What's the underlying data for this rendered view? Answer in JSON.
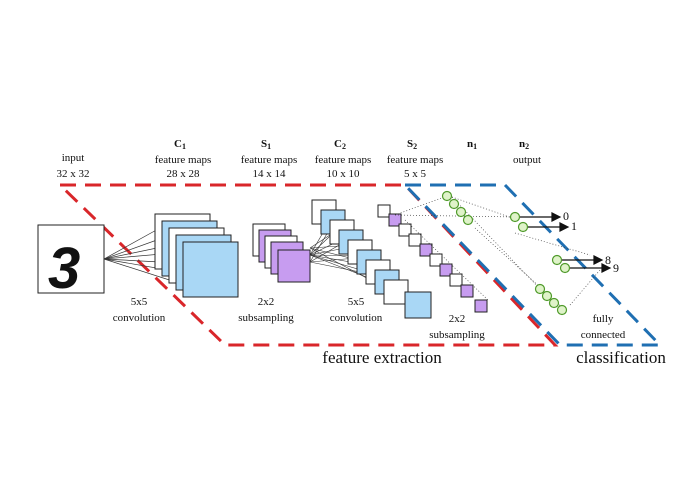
{
  "colors": {
    "red_dash": "#d9262a",
    "blue_dash": "#1f6fb2",
    "c_map": "#a9d7f5",
    "s_map": "#c79cf0",
    "map_border": "#222222",
    "neuron_fill": "#dff3c9",
    "neuron_stroke": "#4f9a2a"
  },
  "input": {
    "title": "input",
    "size": "32 x 32",
    "digit": "3"
  },
  "layers": {
    "c1": {
      "name": "C",
      "sub": "1",
      "line2": "feature maps",
      "size": "28 x 28"
    },
    "s1": {
      "name": "S",
      "sub": "1",
      "line2": "feature maps",
      "size": "14 x 14"
    },
    "c2": {
      "name": "C",
      "sub": "2",
      "line2": "feature maps",
      "size": "10 x 10"
    },
    "s2": {
      "name": "S",
      "sub": "2",
      "line2": "feature maps",
      "size": "5 x 5"
    },
    "n1": {
      "name": "n",
      "sub": "1"
    },
    "n2": {
      "name": "n",
      "sub": "2",
      "line2": "output"
    }
  },
  "ops": {
    "conv1_a": "5x5",
    "conv1_b": "convolution",
    "sub1_a": "2x2",
    "sub1_b": "subsampling",
    "conv2_a": "5x5",
    "conv2_b": "convolution",
    "sub2_a": "2x2",
    "sub2_b": "subsampling",
    "fc_a": "fully",
    "fc_b": "connected"
  },
  "sections": {
    "feature_extraction": "feature extraction",
    "classification": "classification"
  },
  "outputs": {
    "o0": "0",
    "o1": "1",
    "o8": "8",
    "o9": "9"
  }
}
